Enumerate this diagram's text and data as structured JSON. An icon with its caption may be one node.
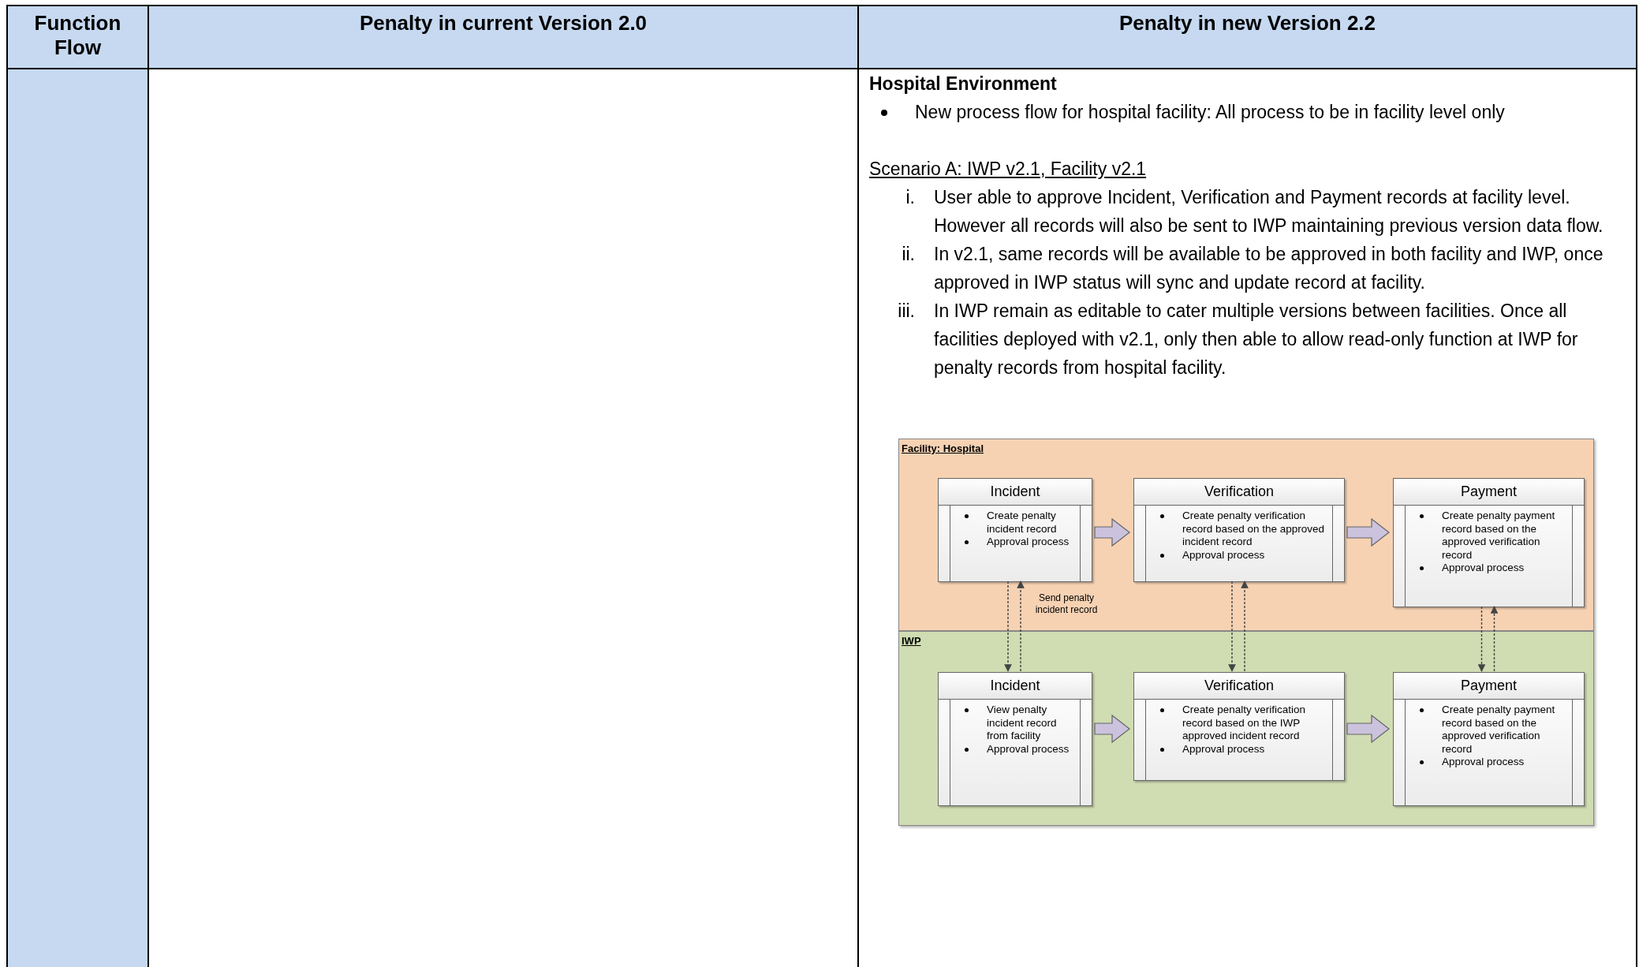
{
  "diagram": {
    "nodes": [
      {
        "text": [
          "Facility: Hospital"
        ]
      },
      {
        "text": [
          "Incident",
          "Create penalty incident record",
          "Approval process"
        ],
        "in": 0
      },
      {
        "text": [
          "Verification",
          "Create penalty verification record based on the approved incident record",
          "Approval process"
        ],
        "in": 0
      },
      {
        "text": [
          "Payment",
          "Create penalty payment record based on the approved verification record",
          "Approval process"
        ],
        "in": 0
      },
      {
        "text": [
          "IWP"
        ]
      },
      {
        "text": [
          "Incident",
          "View penalty incident record from facility",
          "Approval process"
        ],
        "in": 4
      },
      {
        "text": [
          "Verification",
          "Create penalty verification record based on the IWP approved incident record",
          "Approval process"
        ],
        "in": 4
      },
      {
        "text": [
          "Payment",
          "Create penalty payment record based on the approved verification record",
          "Approval process"
        ],
        "in": 4
      }
    ],
    "edges": [
      {
        "from": 1,
        "to": 2,
        "arrow": "to",
        "style": "thick"
      },
      {
        "from": 2,
        "to": 3,
        "arrow": "to",
        "style": "thick"
      },
      {
        "from": 1,
        "to": 5,
        "arrow": "to",
        "style": "dashed"
      },
      {
        "from": 5,
        "to": 1,
        "arrow": "to",
        "style": "dashed",
        "label": "Send penalty incident record"
      },
      {
        "from": 2,
        "to": 6,
        "arrow": "to",
        "style": "dashed"
      },
      {
        "from": 6,
        "to": 2,
        "arrow": "to",
        "style": "dashed"
      },
      {
        "from": 3,
        "to": 7,
        "arrow": "to",
        "style": "dashed"
      },
      {
        "from": 7,
        "to": 3,
        "arrow": "to",
        "style": "dashed"
      },
      {
        "from": 5,
        "to": 6,
        "arrow": "to",
        "style": "thick"
      },
      {
        "from": 6,
        "to": 7,
        "arrow": "to",
        "style": "thick"
      }
    ],
    "labels": [
      "Function Flow",
      "Penalty in current Version 2.0",
      "Penalty in new Version 2.2",
      "Hospital Environment",
      "New process flow for hospital facility: All process to be in facility level only",
      "Scenario A: IWP v2.1, Facility v2.1",
      "i.",
      "User able to approve Incident, Verification and Payment records at facility level. However all records will also be sent to IWP maintaining previous version data flow.",
      "ii.",
      "In v2.1, same records will be available to be approved in both facility and IWP, once approved in IWP status will sync and update record at facility.",
      "iii.",
      "In IWP remain as editable to cater multiple versions between facilities. Once all facilities deployed with v2.1, only then able to allow read-only function at IWP for penalty records from hospital facility."
    ]
  }
}
